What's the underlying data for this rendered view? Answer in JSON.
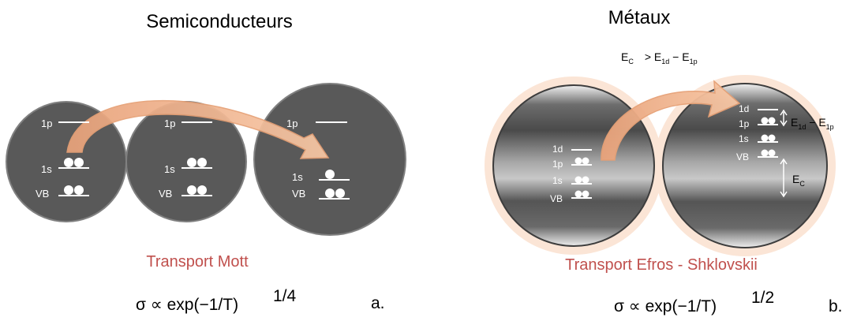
{
  "left_panel": {
    "title": "Semiconducteurs",
    "transport": "Transport Mott",
    "formula": {
      "base": "σ ∝ exp(−1/T)",
      "exponent": "1/4"
    },
    "tag": "a.",
    "dot1": {
      "levels": [
        "1p",
        "1s",
        "VB"
      ]
    },
    "dot2": {
      "levels": [
        "1p",
        "1s",
        "VB"
      ]
    },
    "dot3": {
      "levels": [
        "1p",
        "1s",
        "VB"
      ]
    }
  },
  "right_panel": {
    "title": "Métaux",
    "condition": {
      "ec": "E",
      "ec_sub": "C",
      "gt": "> E",
      "s1": "1d",
      "minus": " − E",
      "s2": "1p"
    },
    "transport": "Transport Efros - Shklovskii",
    "formula": {
      "base": "σ ∝ exp(−1/T)",
      "exponent": "1/2"
    },
    "tag": "b.",
    "dot1": {
      "levels": [
        "1d",
        "1p",
        "1s",
        "VB"
      ]
    },
    "dot2": {
      "levels": [
        "1d",
        "1p",
        "1s",
        "VB"
      ]
    },
    "gap_label": {
      "e": "E",
      "s1": "1d",
      "minus": " − E",
      "s2": "1p"
    },
    "ec_label": {
      "e": "E",
      "sub": "C"
    }
  },
  "colors": {
    "dot_dark": "#595959",
    "arrow": "#f4b183",
    "halo": "#fbe5d6",
    "accent_text": "#c0504d"
  }
}
